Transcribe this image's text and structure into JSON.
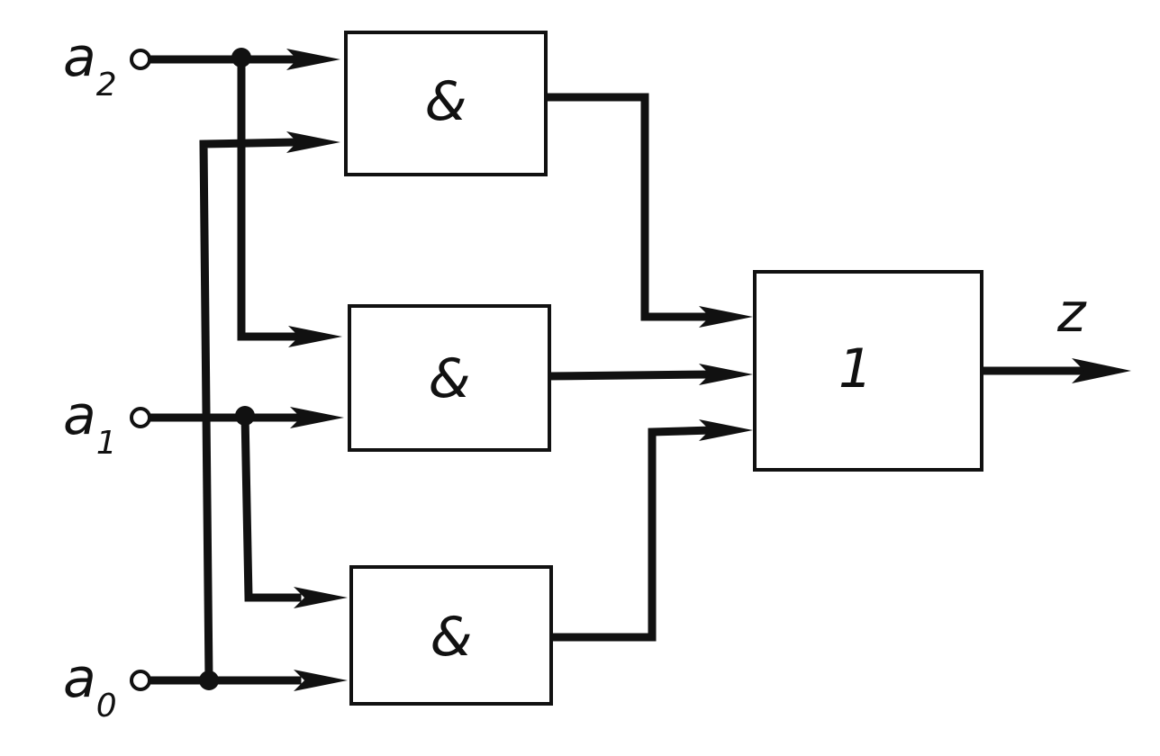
{
  "diagram": {
    "inputs": [
      {
        "id": "a2",
        "letter": "a",
        "subscript": "2"
      },
      {
        "id": "a1",
        "letter": "a",
        "subscript": "1"
      },
      {
        "id": "a0",
        "letter": "a",
        "subscript": "0"
      }
    ],
    "gates": [
      {
        "id": "and-top",
        "label": "&"
      },
      {
        "id": "and-middle",
        "label": "&"
      },
      {
        "id": "and-bottom",
        "label": "&"
      },
      {
        "id": "or-gate",
        "label": "1"
      }
    ],
    "output": {
      "label": "z"
    }
  }
}
